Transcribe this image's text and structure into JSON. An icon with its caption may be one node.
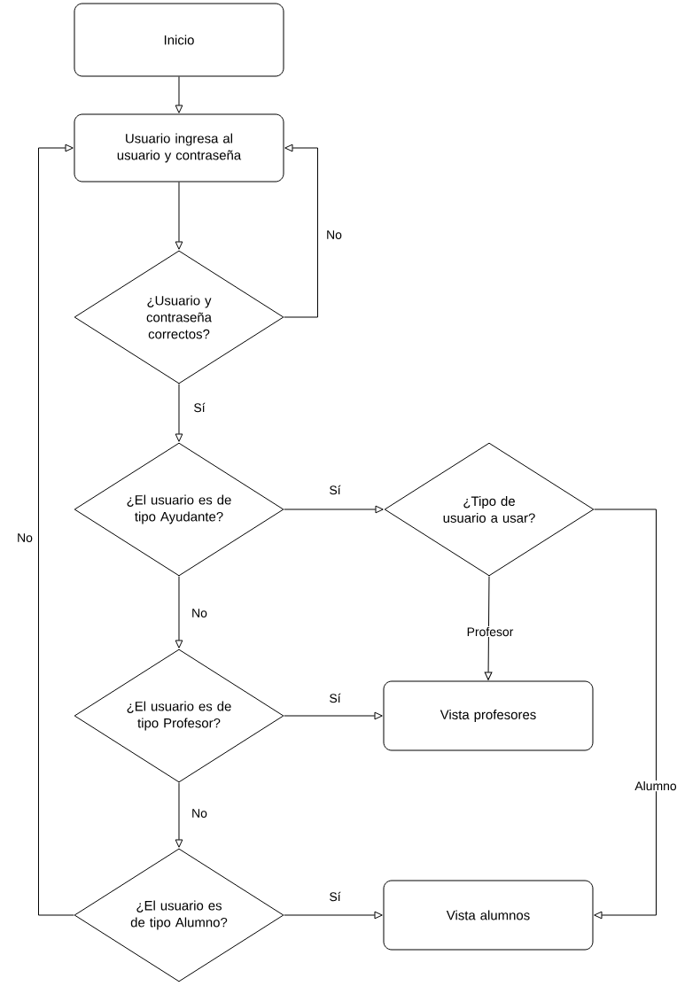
{
  "diagram": {
    "nodes": [
      {
        "text": [
          "Inicio"
        ]
      },
      {
        "text": [
          "Usuario ingresa al usuario y contraseña"
        ]
      },
      {
        "text": [
          "¿Usuario y contraseña correctos?"
        ]
      },
      {
        "text": [
          "¿El usuario es de tipo Ayudante?"
        ]
      },
      {
        "text": [
          "¿Tipo de usuario a usar?"
        ]
      },
      {
        "text": [
          "Vista profesores"
        ]
      },
      {
        "text": [
          "¿El usuario es de tipo Profesor?"
        ]
      },
      {
        "text": [
          "¿El usuario es de tipo Alumno?"
        ]
      },
      {
        "text": [
          "Vista alumnos"
        ]
      }
    ],
    "edges": [
      {
        "from": 0,
        "to": 1,
        "arrow": "to"
      },
      {
        "from": 1,
        "to": 2,
        "arrow": "to"
      },
      {
        "from": 2,
        "to": 1,
        "arrow": "to",
        "label": "No"
      },
      {
        "from": 2,
        "to": 3,
        "arrow": "to",
        "label": "Sí"
      },
      {
        "from": 3,
        "to": 4,
        "arrow": "to",
        "label": "Sí"
      },
      {
        "from": 4,
        "to": 5,
        "arrow": "to",
        "label": "Profesor"
      },
      {
        "from": 4,
        "to": 8,
        "arrow": "to",
        "label": "Alumno"
      },
      {
        "from": 3,
        "to": 6,
        "arrow": "to",
        "label": "No"
      },
      {
        "from": 6,
        "to": 5,
        "arrow": "to",
        "label": "Sí"
      },
      {
        "from": 6,
        "to": 7,
        "arrow": "to",
        "label": "No"
      },
      {
        "from": 7,
        "to": 8,
        "arrow": "to",
        "label": "Sí"
      },
      {
        "from": 7,
        "to": 1,
        "arrow": "to",
        "label": "No"
      }
    ]
  }
}
